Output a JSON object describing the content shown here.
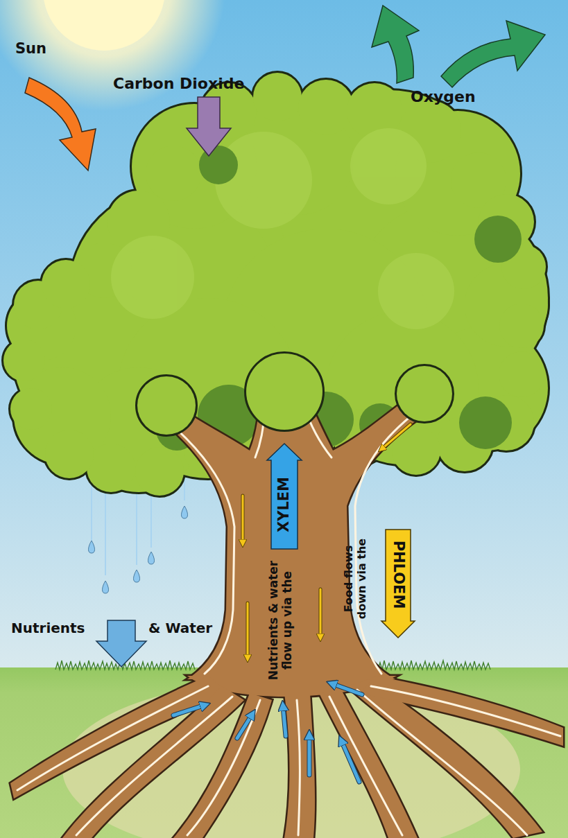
{
  "diagram": {
    "nodes": [
      {
        "text": [
          "XYLEM"
        ]
      },
      {
        "text": [
          "PHLOEM"
        ]
      }
    ],
    "labels": [
      "Sun",
      "Carbon Dioxide",
      "Oxygen",
      "Nutrients",
      "& Water",
      "Nutrients & water flow up via the",
      "Food flows down via the"
    ]
  }
}
